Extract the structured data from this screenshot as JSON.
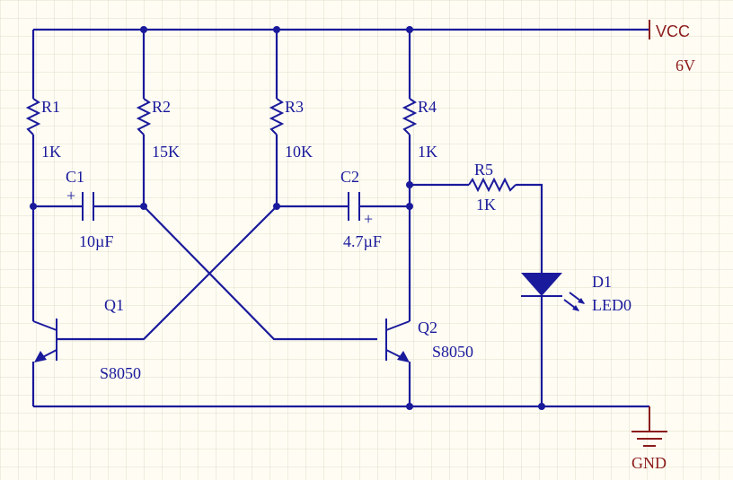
{
  "power": {
    "vcc_label": "VCC",
    "vcc_value": "6V",
    "gnd_label": "GND"
  },
  "components": {
    "r1": {
      "ref": "R1",
      "value": "1K"
    },
    "r2": {
      "ref": "R2",
      "value": "15K"
    },
    "r3": {
      "ref": "R3",
      "value": "10K"
    },
    "r4": {
      "ref": "R4",
      "value": "1K"
    },
    "r5": {
      "ref": "R5",
      "value": "1K"
    },
    "c1": {
      "ref": "C1",
      "value": "10µF",
      "polarity": "+"
    },
    "c2": {
      "ref": "C2",
      "value": "4.7µF",
      "polarity": "+"
    },
    "q1": {
      "ref": "Q1",
      "value": "S8050"
    },
    "q2": {
      "ref": "Q2",
      "value": "S8050"
    },
    "d1": {
      "ref": "D1",
      "value": "LED0"
    }
  },
  "colors": {
    "wire": "#1a1a9c",
    "power_symbol": "#8b1a1a",
    "background": "#fffdf3"
  }
}
